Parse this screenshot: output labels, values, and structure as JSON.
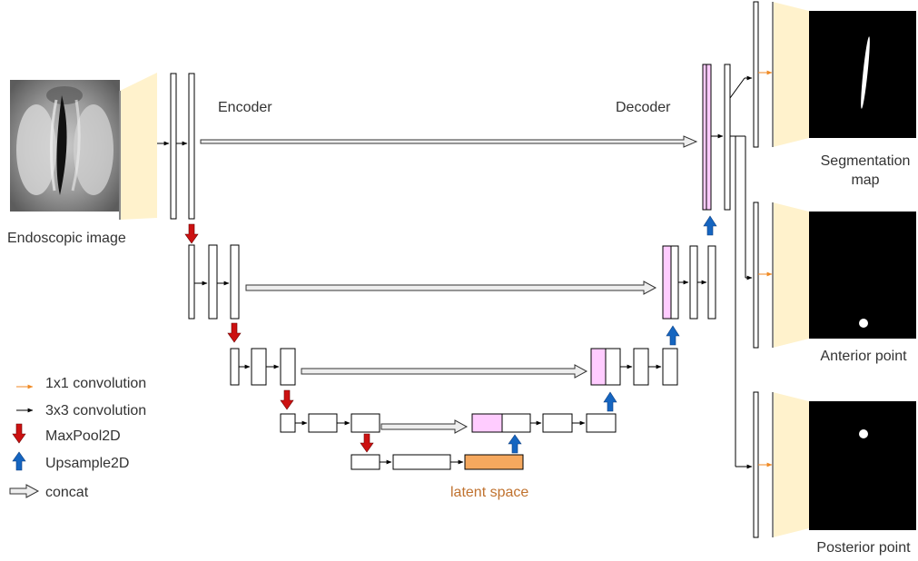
{
  "labels": {
    "encoder": "Encoder",
    "decoder": "Decoder",
    "input_caption": "Endoscopic image",
    "latent": "latent space",
    "outputs": {
      "segmentation_line1": "Segmentation",
      "segmentation_line2": "map",
      "anterior": "Anterior point",
      "posterior": "Posterior point"
    }
  },
  "legend": [
    {
      "label": "1x1 convolution",
      "icon": "orange-arrow-icon"
    },
    {
      "label": "3x3 convolution",
      "icon": "black-arrow-icon"
    },
    {
      "label": "MaxPool2D",
      "icon": "red-down-arrow-icon"
    },
    {
      "label": "Upsample2D",
      "icon": "blue-up-arrow-icon"
    },
    {
      "label": "concat",
      "icon": "concat-arrow-icon"
    }
  ],
  "colors": {
    "conv1x1": "#f08a24",
    "conv3x3": "#000000",
    "maxpool": "#cc1111",
    "upsample": "#1565c0",
    "concat_fill": "#eeeeee",
    "skip_feature": "#ffccff",
    "latent_block": "#f5a85e",
    "head_trapezoid": "#fff2cc",
    "output_map": "#000000",
    "output_mark": "#ffffff"
  }
}
